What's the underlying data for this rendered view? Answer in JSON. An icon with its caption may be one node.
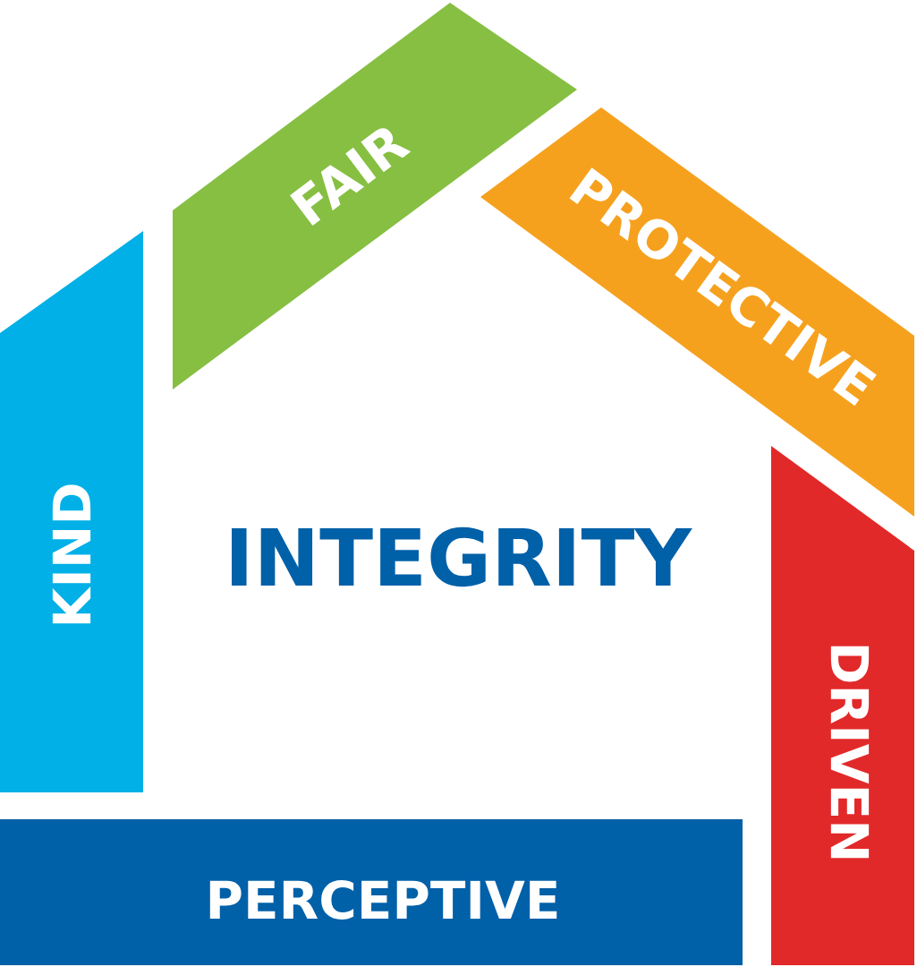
{
  "diagram": {
    "nodes": [
      {
        "text": [
          "KIND"
        ]
      },
      {
        "text": [
          "FAIR"
        ]
      },
      {
        "text": [
          "PROTECTIVE"
        ]
      },
      {
        "text": [
          "DRIVEN"
        ]
      },
      {
        "text": [
          "PERCEPTIVE"
        ]
      }
    ],
    "labels": [
      "INTEGRITY"
    ]
  }
}
